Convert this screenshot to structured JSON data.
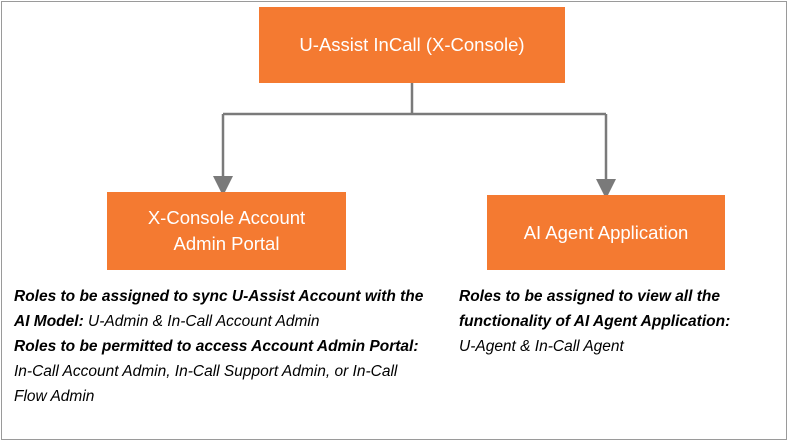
{
  "colors": {
    "box_fill": "#F47A31",
    "connector": "#7a7a7a",
    "frame": "#9a9a9a"
  },
  "top_box": {
    "label": "U-Assist InCall (X-Console)"
  },
  "left_box": {
    "line1": "X-Console Account",
    "line2": "Admin Portal"
  },
  "right_box": {
    "label": "AI Agent Application"
  },
  "left_desc": {
    "heading1": "Roles to be assigned to sync U-Assist Account with the AI Model:",
    "value1": " U-Admin & In-Call Account Admin",
    "heading2": "Roles to be permitted to access Account Admin Portal:",
    "value2": " In-Call Account Admin, In-Call Support Admin, or In-Call Flow Admin"
  },
  "right_desc": {
    "heading": "Roles to be assigned to view all the functionality of AI Agent Application:",
    "value": "U-Agent & In-Call Agent"
  }
}
